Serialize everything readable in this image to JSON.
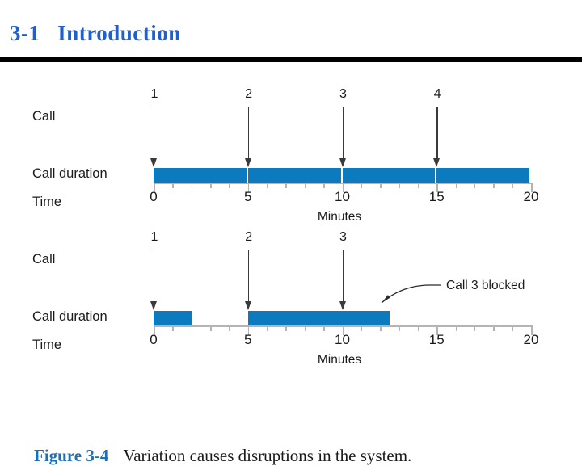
{
  "slide": {
    "title": "3-1   Introduction",
    "title_color": "#1f5fd0",
    "rule_color": "#000000"
  },
  "figure": {
    "caption_number": "Figure 3-4",
    "caption_text": "Variation causes disruptions in the system.",
    "caption_number_color": "#1f6fb5",
    "bar_color": "#0b7abf",
    "axis_color": "#b4b4b4",
    "arrow_color": "#3a3a3a"
  },
  "labels": {
    "call": "Call",
    "call_duration": "Call duration",
    "time": "Time",
    "minutes": "Minutes"
  },
  "chart_data": [
    {
      "type": "bar",
      "name": "uniform-call-durations",
      "title": "",
      "xlabel": "Minutes",
      "ylabel": "Call duration",
      "xlim": [
        0,
        20
      ],
      "xticks": [
        0,
        5,
        10,
        15,
        20
      ],
      "xtick_labels": [
        "0",
        "5",
        "10",
        "15",
        "20"
      ],
      "minor_tick_step": 1,
      "grid": false,
      "orientation": "horizontal",
      "bars": [
        {
          "label": "1",
          "start": 0,
          "end": 5,
          "duration": 5
        },
        {
          "label": "2",
          "start": 5,
          "end": 10,
          "duration": 5
        },
        {
          "label": "3",
          "start": 10,
          "end": 15,
          "duration": 5
        },
        {
          "label": "4",
          "start": 15,
          "end": 20,
          "duration": 5
        }
      ],
      "call_arrows": [
        {
          "label": "1",
          "time": 0
        },
        {
          "label": "2",
          "time": 5
        },
        {
          "label": "3",
          "time": 10
        },
        {
          "label": "4",
          "time": 15
        }
      ],
      "annotations": []
    },
    {
      "type": "bar",
      "name": "variable-call-durations",
      "title": "",
      "xlabel": "Minutes",
      "ylabel": "Call duration",
      "xlim": [
        0,
        20
      ],
      "xticks": [
        0,
        5,
        10,
        15,
        20
      ],
      "xtick_labels": [
        "0",
        "5",
        "10",
        "15",
        "20"
      ],
      "minor_tick_step": 1,
      "grid": false,
      "orientation": "horizontal",
      "bars": [
        {
          "label": "1",
          "start": 0,
          "end": 2,
          "duration": 2
        },
        {
          "label": "2",
          "start": 5,
          "end": 12.6,
          "duration": 7.6
        }
      ],
      "call_arrows": [
        {
          "label": "1",
          "time": 0
        },
        {
          "label": "2",
          "time": 5
        },
        {
          "label": "3",
          "time": 10
        }
      ],
      "annotations": [
        {
          "text": "Call 3 blocked",
          "points_at_time": 10
        }
      ]
    }
  ]
}
